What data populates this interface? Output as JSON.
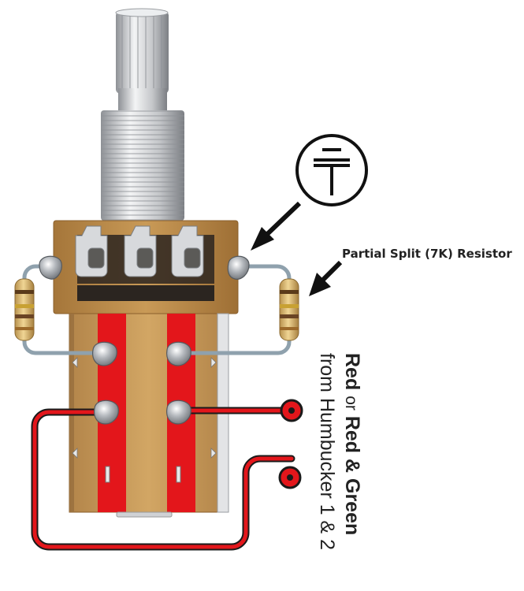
{
  "labels": {
    "resistor": "Partial Split (7K) Resistor",
    "wire_red_1": "Red",
    "wire_or": "or",
    "wire_red_green": "Red & Green",
    "wire_from": "from Humbucker 1 & 2"
  },
  "symbols": {
    "ground": "ground-icon"
  },
  "colors": {
    "wire_red": "#e3161b",
    "pcb_brown": "#c79a55",
    "casing_brown": "#b88440",
    "solder_silver": "#a9adb3",
    "shaft_silver": "#c9cbce",
    "resistor_body": "#d9b870"
  }
}
